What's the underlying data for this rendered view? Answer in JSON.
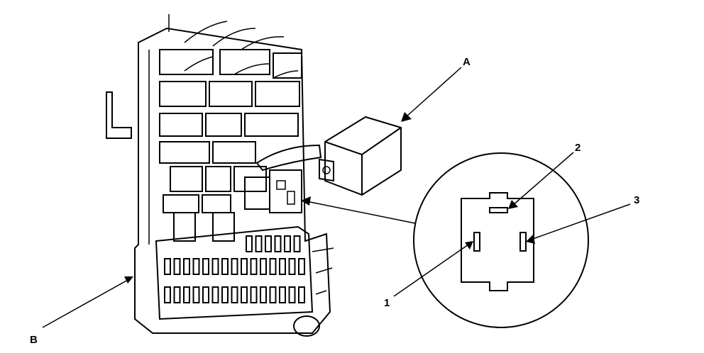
{
  "labels": {
    "a": "A",
    "b": "B",
    "terminal_1": "1",
    "terminal_2": "2",
    "terminal_3": "3"
  }
}
